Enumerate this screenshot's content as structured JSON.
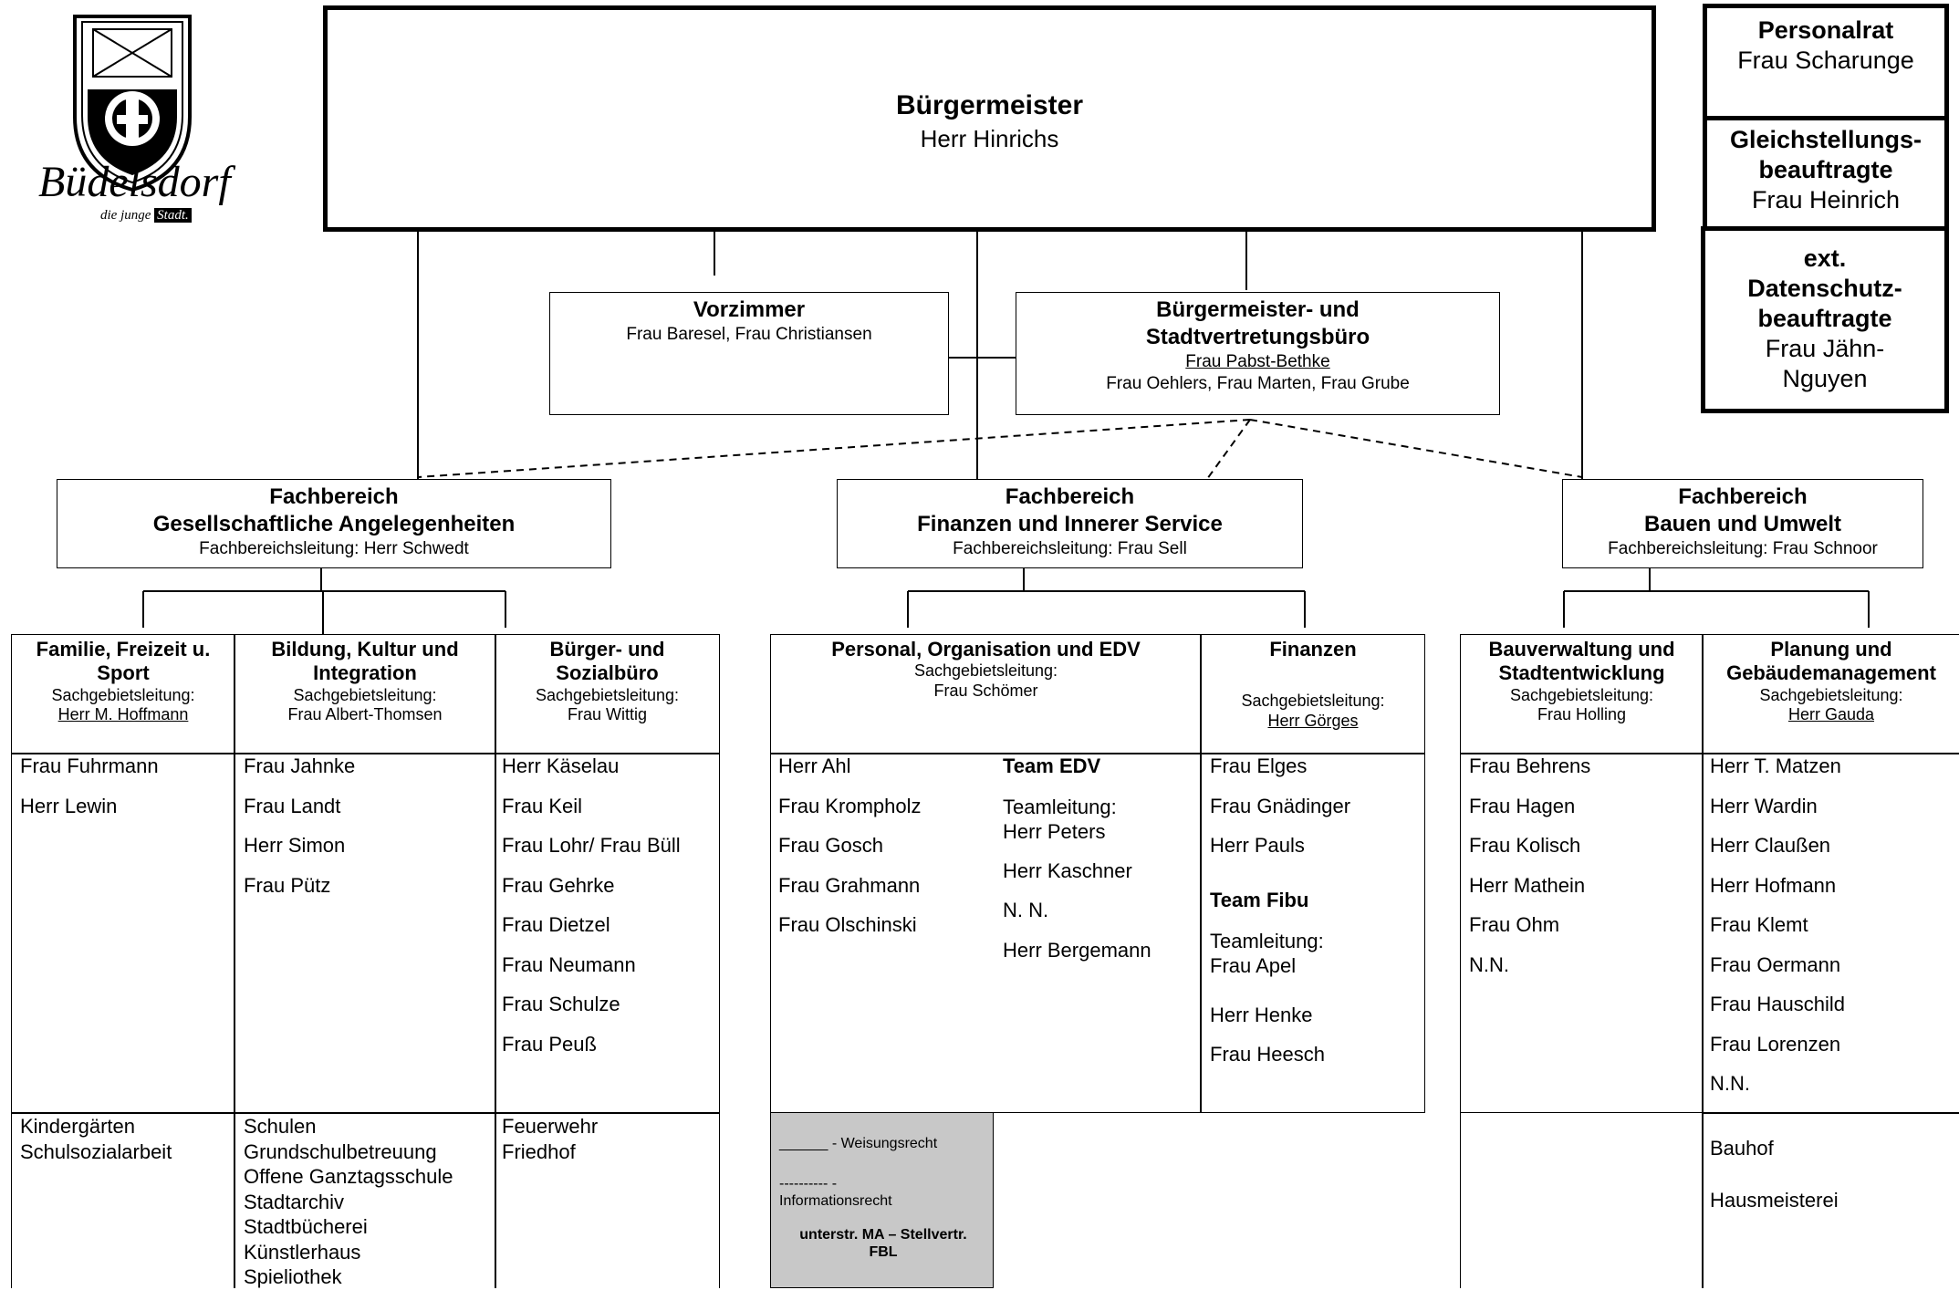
{
  "logo": {
    "text": "Büdelsdorf",
    "slogan": "die junge",
    "slogan_box": "Stadt."
  },
  "mayor": {
    "title": "Bürgermeister",
    "name": "Herr Hinrichs"
  },
  "side": {
    "personalrat_title": "Personalrat",
    "personalrat_name": "Frau Scharunge",
    "gleich_title": "Gleichstellungs-beauftragte",
    "gleich_name": "Frau Heinrich",
    "daten_title": "ext. Datenschutz-beauftragte",
    "daten_name": "Frau Jähn-Nguyen"
  },
  "vorzimmer": {
    "title": "Vorzimmer",
    "names": "Frau Baresel, Frau Christiansen"
  },
  "buero": {
    "title": "Bürgermeister- und Stadtvertretungsbüro",
    "lead": "Frau Pabst-Bethke",
    "names": "Frau Oehlers, Frau Marten, Frau Grube"
  },
  "fb": [
    {
      "label": "Fachbereich",
      "name": "Gesellschaftliche Angelegenheiten",
      "lead": "Fachbereichsleitung: Herr Schwedt"
    },
    {
      "label": "Fachbereich",
      "name": "Finanzen und Innerer Service",
      "lead": "Fachbereichsleitung: Frau Sell"
    },
    {
      "label": "Fachbereich",
      "name": "Bauen und Umwelt",
      "lead": "Fachbereichsleitung: Frau Schnoor"
    }
  ],
  "sg_label": "Sachgebietsleitung:",
  "familie": {
    "title": "Familie, Freizeit u. Sport",
    "lead": "Herr M. Hoffmann",
    "staff": [
      "Frau Fuhrmann",
      "Herr Lewin"
    ],
    "extra": [
      "Kindergärten",
      "Schulsozialarbeit"
    ]
  },
  "bildung": {
    "title": "Bildung, Kultur und Integration",
    "lead": "Frau Albert-Thomsen",
    "staff": [
      "Frau Jahnke",
      "Frau Landt",
      "Herr Simon",
      "Frau Pütz"
    ],
    "extra": [
      "Schulen",
      "Grundschulbetreuung",
      "Offene Ganztagsschule",
      "Stadtarchiv",
      "Stadtbücherei",
      "Künstlerhaus",
      "Spieliothek"
    ]
  },
  "buerger": {
    "title": "Bürger- und Sozialbüro",
    "lead": "Frau Wittig",
    "staff": [
      "Herr Käselau",
      "Frau Keil",
      "Frau Lohr/ Frau Büll",
      "Frau Gehrke",
      "Frau Dietzel",
      "Frau Neumann",
      "Frau Schulze",
      "Frau Peuß"
    ],
    "extra": [
      "Feuerwehr",
      "Friedhof"
    ]
  },
  "personal": {
    "title": "Personal, Organisation und EDV",
    "lead": "Frau Schömer",
    "staff": [
      "Herr Ahl",
      "Frau Krompholz",
      "Frau Gosch",
      "Frau Grahmann",
      "Frau Olschinski"
    ],
    "team_title": "Team EDV",
    "team_lead_label": "Teamleitung:",
    "team_lead": "Herr Peters",
    "team_staff": [
      "Herr Kaschner",
      "N. N.",
      "Herr Bergemann"
    ]
  },
  "finanzen": {
    "title": "Finanzen",
    "lead": "Herr Görges",
    "staff": [
      "Frau Elges",
      "Frau Gnädinger",
      "Herr Pauls"
    ],
    "team_title": "Team Fibu",
    "team_lead_label": "Teamleitung:",
    "team_lead": "Frau Apel",
    "team_staff": [
      "Herr Henke",
      "Frau Heesch"
    ]
  },
  "bauverwaltung": {
    "title": "Bauverwaltung und Stadtentwicklung",
    "lead": "Frau Holling",
    "staff": [
      "Frau Behrens",
      "Frau Hagen",
      "Frau Kolisch",
      "Herr Mathein",
      "Frau Ohm",
      "N.N."
    ]
  },
  "planung": {
    "title": "Planung und Gebäudemanagement",
    "lead": "Herr Gauda",
    "staff": [
      "Herr T. Matzen",
      "Herr Wardin",
      "Herr Claußen",
      "Herr Hofmann",
      "Frau Klemt",
      "Frau Oermann",
      "Frau Hauschild",
      "Frau Lorenzen",
      "N.N."
    ],
    "extra": [
      "Bauhof",
      "Hausmeisterei"
    ]
  },
  "legend": {
    "line1": "______   - Weisungsrecht",
    "line2": "----------  -",
    "line3": "Informationsrecht",
    "line4": "unterstr. MA – Stellvertr.",
    "line5": "FBL"
  }
}
